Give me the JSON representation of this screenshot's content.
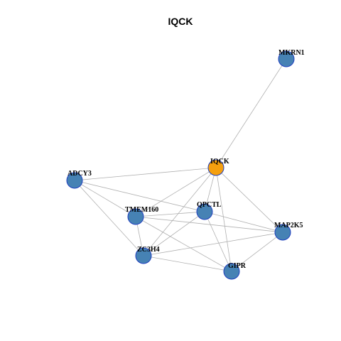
{
  "title": "IQCK",
  "colors": {
    "hub_fill": "#f5a00f",
    "node_fill": "#4682b4",
    "node_stroke": "#1f3fbf",
    "edge": "#b0b0b0"
  },
  "nodes": [
    {
      "id": "IQCK",
      "label": "IQCK",
      "hub": true
    },
    {
      "id": "MKRN1",
      "label": "MKRN1",
      "hub": false
    },
    {
      "id": "ADCY3",
      "label": "ADCY3",
      "hub": false
    },
    {
      "id": "QPCTL",
      "label": "QPCTL",
      "hub": false
    },
    {
      "id": "TMEM160",
      "label": "TMEM160",
      "hub": false
    },
    {
      "id": "MAP2K5",
      "label": "MAP2K5",
      "hub": false
    },
    {
      "id": "ZC3H4",
      "label": "ZC3H4",
      "hub": false
    },
    {
      "id": "GIPR",
      "label": "GIPR",
      "hub": false
    }
  ],
  "edges": [
    [
      "IQCK",
      "MKRN1"
    ],
    [
      "IQCK",
      "ADCY3"
    ],
    [
      "IQCK",
      "QPCTL"
    ],
    [
      "IQCK",
      "TMEM160"
    ],
    [
      "IQCK",
      "MAP2K5"
    ],
    [
      "IQCK",
      "ZC3H4"
    ],
    [
      "IQCK",
      "GIPR"
    ],
    [
      "ADCY3",
      "TMEM160"
    ],
    [
      "ADCY3",
      "QPCTL"
    ],
    [
      "ADCY3",
      "ZC3H4"
    ],
    [
      "TMEM160",
      "QPCTL"
    ],
    [
      "TMEM160",
      "MAP2K5"
    ],
    [
      "TMEM160",
      "ZC3H4"
    ],
    [
      "TMEM160",
      "GIPR"
    ],
    [
      "QPCTL",
      "MAP2K5"
    ],
    [
      "QPCTL",
      "ZC3H4"
    ],
    [
      "QPCTL",
      "GIPR"
    ],
    [
      "ZC3H4",
      "MAP2K5"
    ],
    [
      "ZC3H4",
      "GIPR"
    ],
    [
      "MAP2K5",
      "GIPR"
    ]
  ]
}
